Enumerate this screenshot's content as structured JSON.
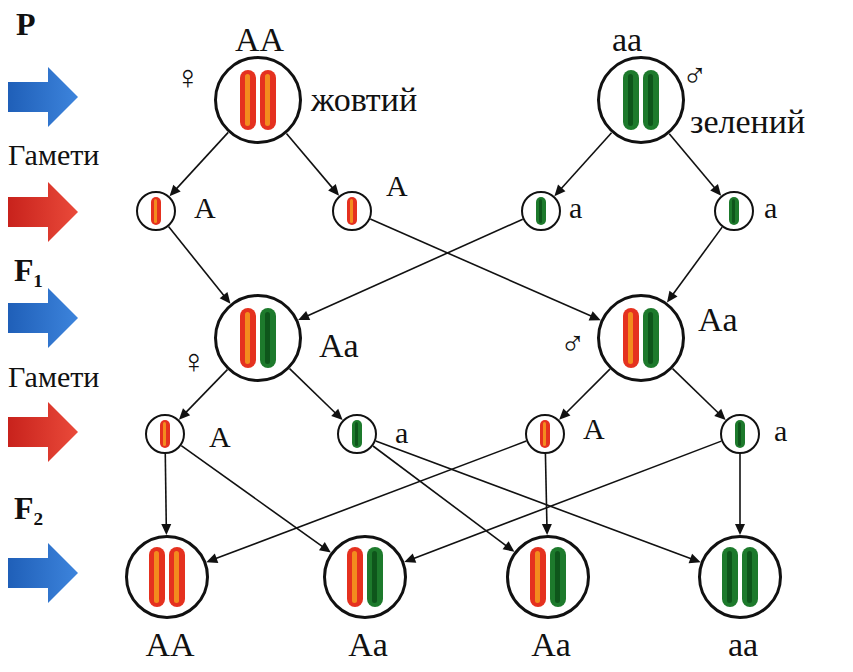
{
  "diagram": {
    "nodes": [
      {
        "text": [
          "♀",
          "AA",
          "жовтий"
        ]
      },
      {
        "text": [
          "aa",
          "♂",
          "зелений"
        ]
      },
      {
        "text": [
          "A"
        ]
      },
      {
        "text": [
          "A"
        ]
      },
      {
        "text": [
          "a"
        ]
      },
      {
        "text": [
          "a"
        ]
      },
      {
        "text": [
          "Aa",
          "♀"
        ]
      },
      {
        "text": [
          "♂",
          "Aa"
        ]
      },
      {
        "text": [
          "A"
        ]
      },
      {
        "text": [
          "a"
        ]
      },
      {
        "text": [
          "A"
        ]
      },
      {
        "text": [
          "a"
        ]
      },
      {
        "text": [
          "AA"
        ]
      },
      {
        "text": [
          "Aa"
        ]
      },
      {
        "text": [
          "Aa"
        ]
      },
      {
        "text": [
          "aa"
        ]
      }
    ],
    "edges": [
      {
        "from": 0,
        "to": 2,
        "arrow": "to"
      },
      {
        "from": 0,
        "to": 3,
        "arrow": "to"
      },
      {
        "from": 1,
        "to": 4,
        "arrow": "to"
      },
      {
        "from": 1,
        "to": 5,
        "arrow": "to"
      },
      {
        "from": 2,
        "to": 6,
        "arrow": "to"
      },
      {
        "from": 4,
        "to": 6,
        "arrow": "to"
      },
      {
        "from": 3,
        "to": 7,
        "arrow": "to"
      },
      {
        "from": 5,
        "to": 7,
        "arrow": "to"
      },
      {
        "from": 6,
        "to": 8,
        "arrow": "to"
      },
      {
        "from": 6,
        "to": 9,
        "arrow": "to"
      },
      {
        "from": 7,
        "to": 10,
        "arrow": "to"
      },
      {
        "from": 7,
        "to": 11,
        "arrow": "to"
      },
      {
        "from": 8,
        "to": 12,
        "arrow": "to"
      },
      {
        "from": 10,
        "to": 12,
        "arrow": "to"
      },
      {
        "from": 8,
        "to": 13,
        "arrow": "to"
      },
      {
        "from": 11,
        "to": 13,
        "arrow": "to"
      },
      {
        "from": 9,
        "to": 14,
        "arrow": "to"
      },
      {
        "from": 10,
        "to": 14,
        "arrow": "to"
      },
      {
        "from": 9,
        "to": 15,
        "arrow": "to"
      },
      {
        "from": 11,
        "to": 15,
        "arrow": "to"
      }
    ],
    "labels": [
      "P",
      "Гамети",
      "F₁",
      "Гамети",
      "F₂"
    ]
  }
}
